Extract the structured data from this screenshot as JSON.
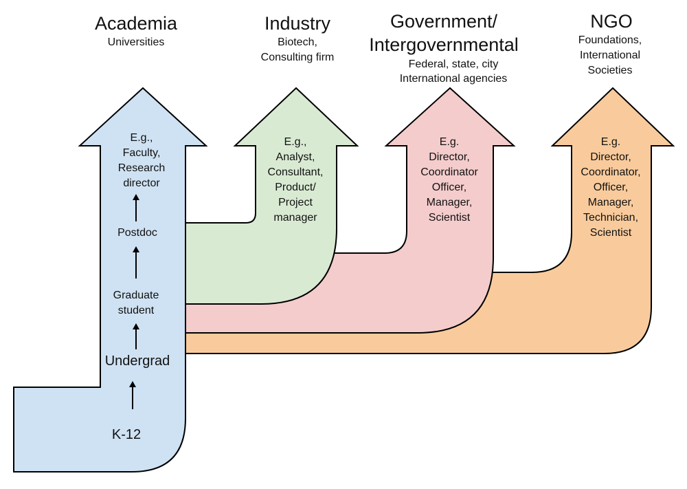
{
  "colors": {
    "academia": "#cfe2f3",
    "industry": "#d9ead3",
    "government": "#f4cccc",
    "ngo": "#f9cb9c",
    "outline": "#000000"
  },
  "sectors": {
    "academia": {
      "title": "Academia",
      "subtitle": [
        "Universities"
      ],
      "roles": [
        "E.g.,",
        "Faculty,",
        "Research",
        "director"
      ]
    },
    "industry": {
      "title": "Industry",
      "subtitle": [
        "Biotech,",
        "Consulting firm"
      ],
      "roles": [
        "E.g.,",
        "Analyst,",
        "Consultant,",
        "Product/",
        "Project",
        "manager"
      ]
    },
    "government": {
      "title": [
        "Government/",
        "Intergovernmental"
      ],
      "subtitle": [
        "Federal, state, city",
        "International agencies"
      ],
      "roles": [
        "E.g.",
        "Director,",
        "Coordinator",
        "Officer,",
        "Manager,",
        "Scientist"
      ]
    },
    "ngo": {
      "title": "NGO",
      "subtitle": [
        "Foundations,",
        "International",
        "Societies"
      ],
      "roles": [
        "E.g.",
        "Director,",
        "Coordinator,",
        "Officer,",
        "Manager,",
        "Technician,",
        "Scientist"
      ]
    }
  },
  "academic_path": {
    "k12": "K-12",
    "undergrad": "Undergrad",
    "graduate": [
      "Graduate",
      "student"
    ],
    "postdoc": "Postdoc"
  }
}
